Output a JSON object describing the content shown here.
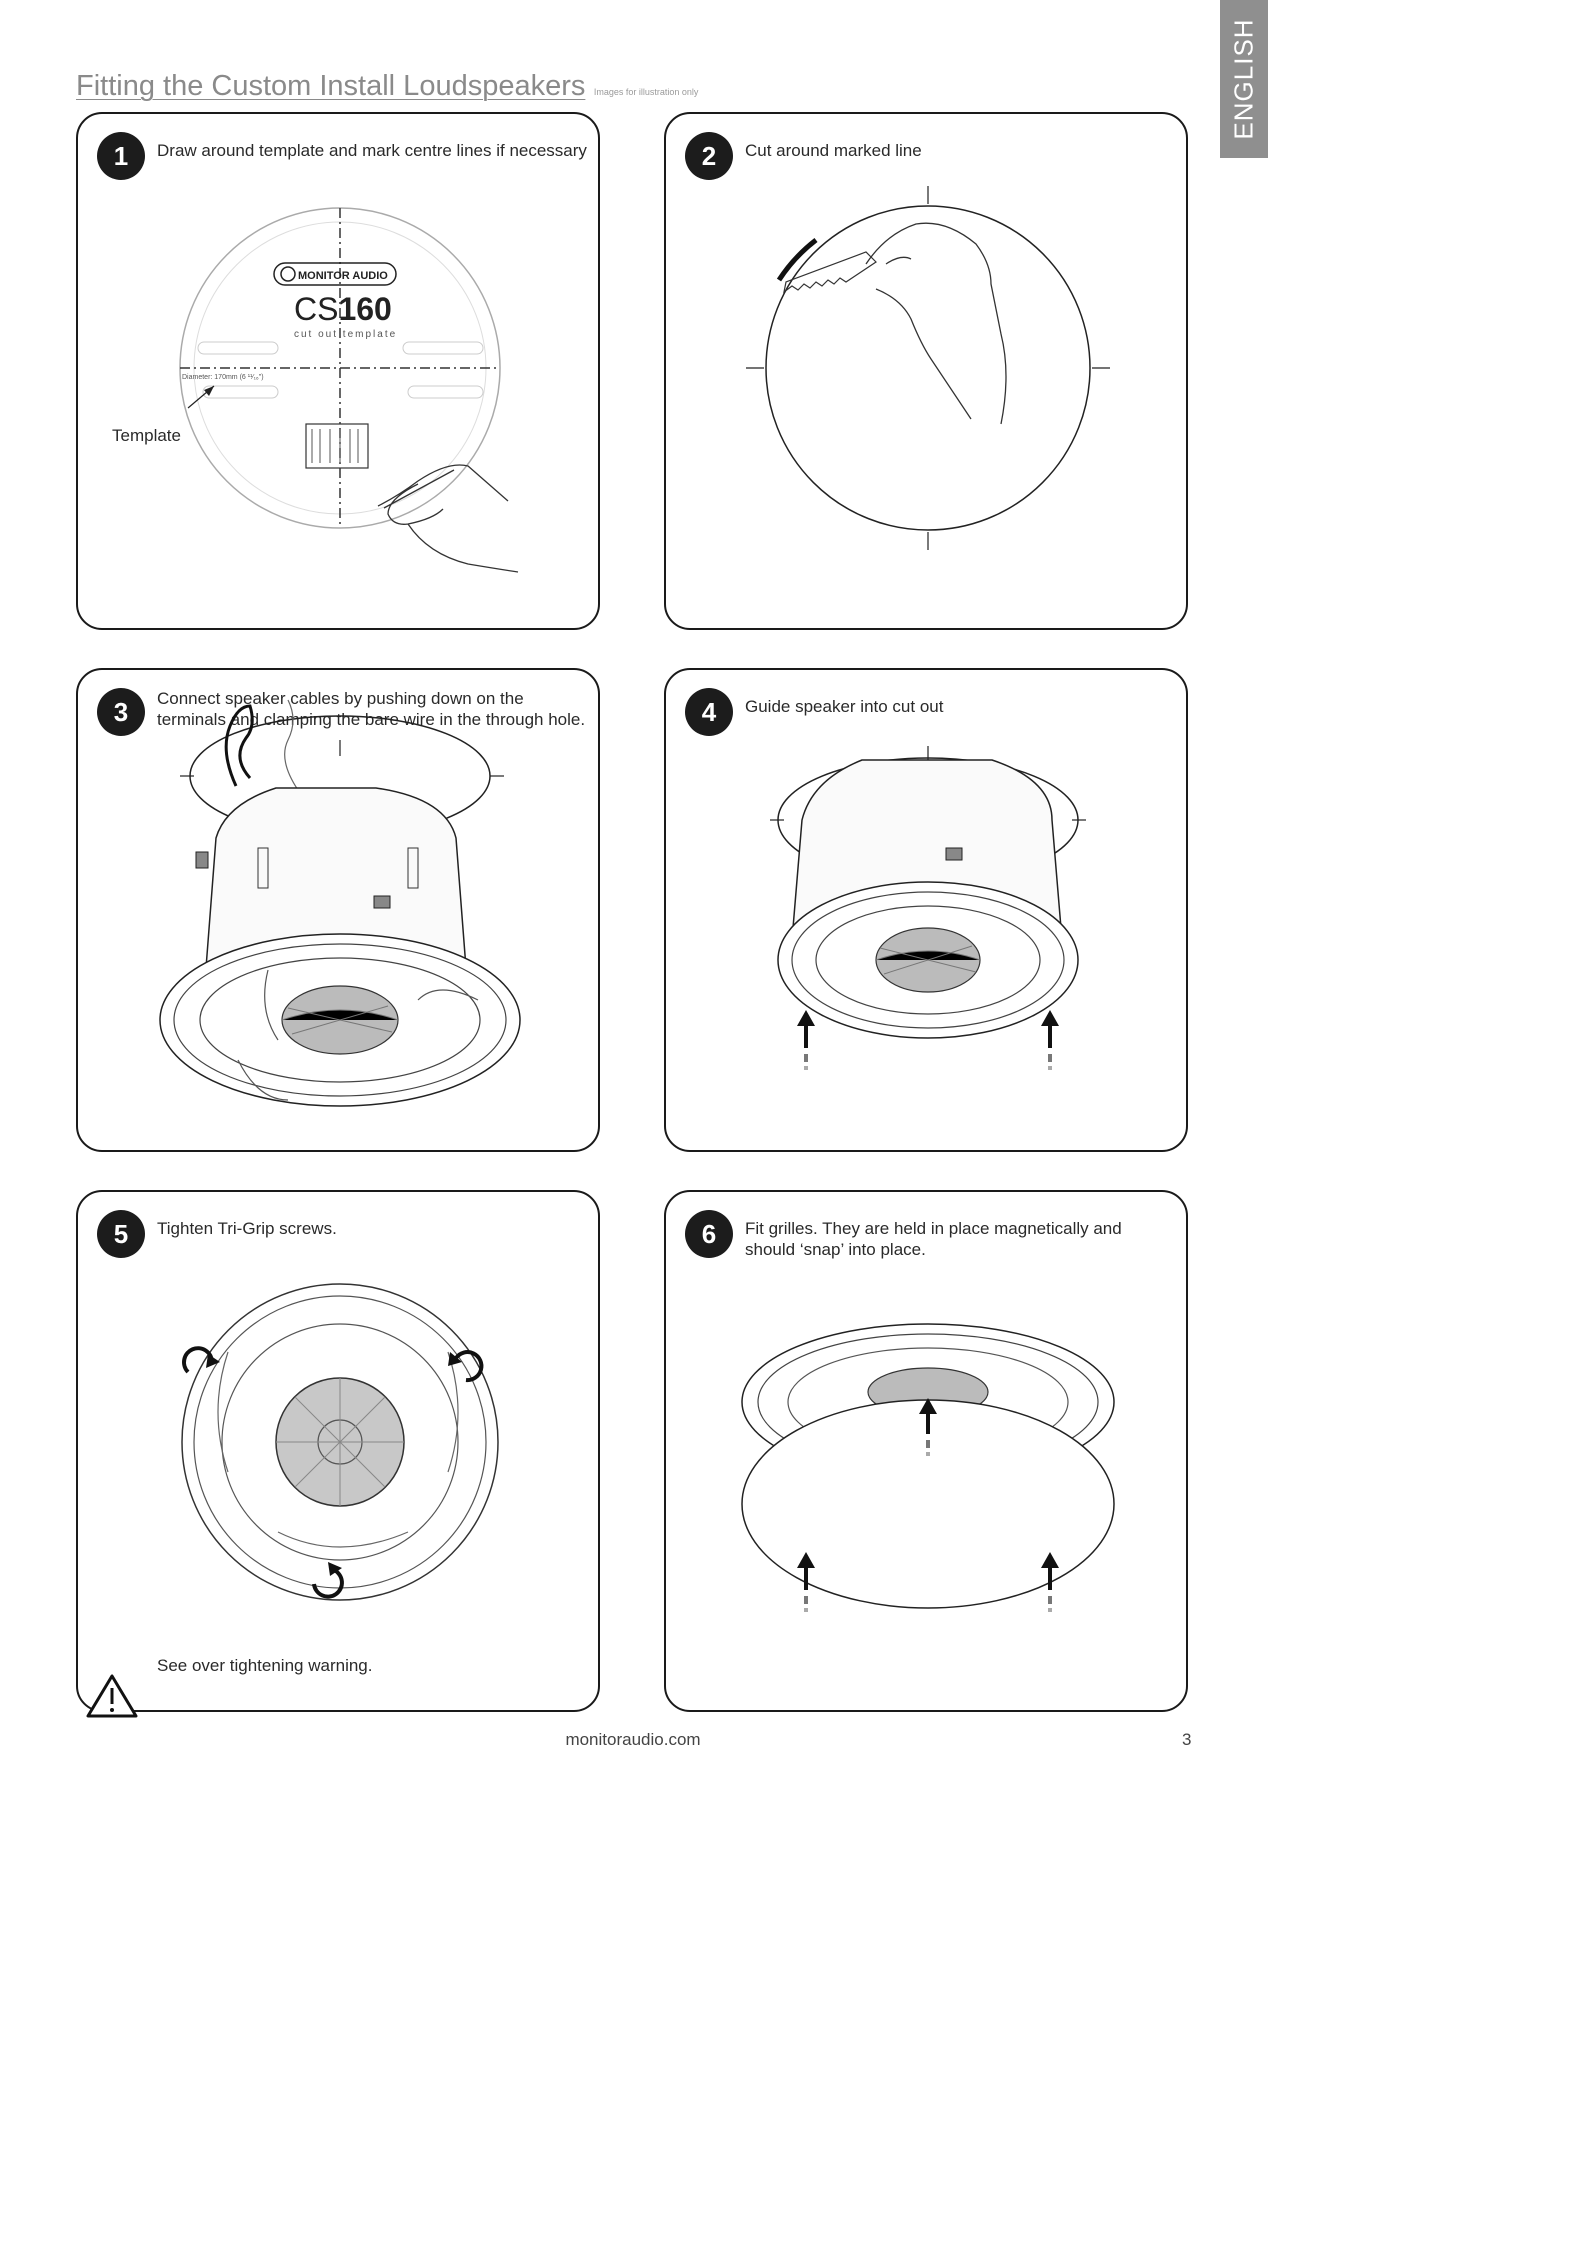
{
  "language_tab": "ENGLISH",
  "header": {
    "title": "Fitting the Custom Install Loudspeakers",
    "note": "Images for illustration only"
  },
  "steps": [
    {
      "number": "1",
      "text": "Draw around template and mark centre lines if necessary",
      "template_label": "Template",
      "brand": "MONITOR AUDIO",
      "model_prefix": "CS",
      "model_number": "160",
      "template_caption": "cut out template",
      "diameter_label": "Diameter: 170mm (6 ¹¹⁄₁₆\")"
    },
    {
      "number": "2",
      "text": "Cut around marked line"
    },
    {
      "number": "3",
      "text": "Connect speaker cables by pushing down on the terminals and clamping the bare wire in the through hole."
    },
    {
      "number": "4",
      "text": "Guide speaker into cut out"
    },
    {
      "number": "5",
      "text": "Tighten Tri-Grip screws.",
      "warning": "See over tightening warning."
    },
    {
      "number": "6",
      "text": "Fit grilles. They are held in place magnetically and should ‘snap’ into place."
    }
  ],
  "footer": {
    "site": "monitoraudio.com",
    "page": "3"
  }
}
